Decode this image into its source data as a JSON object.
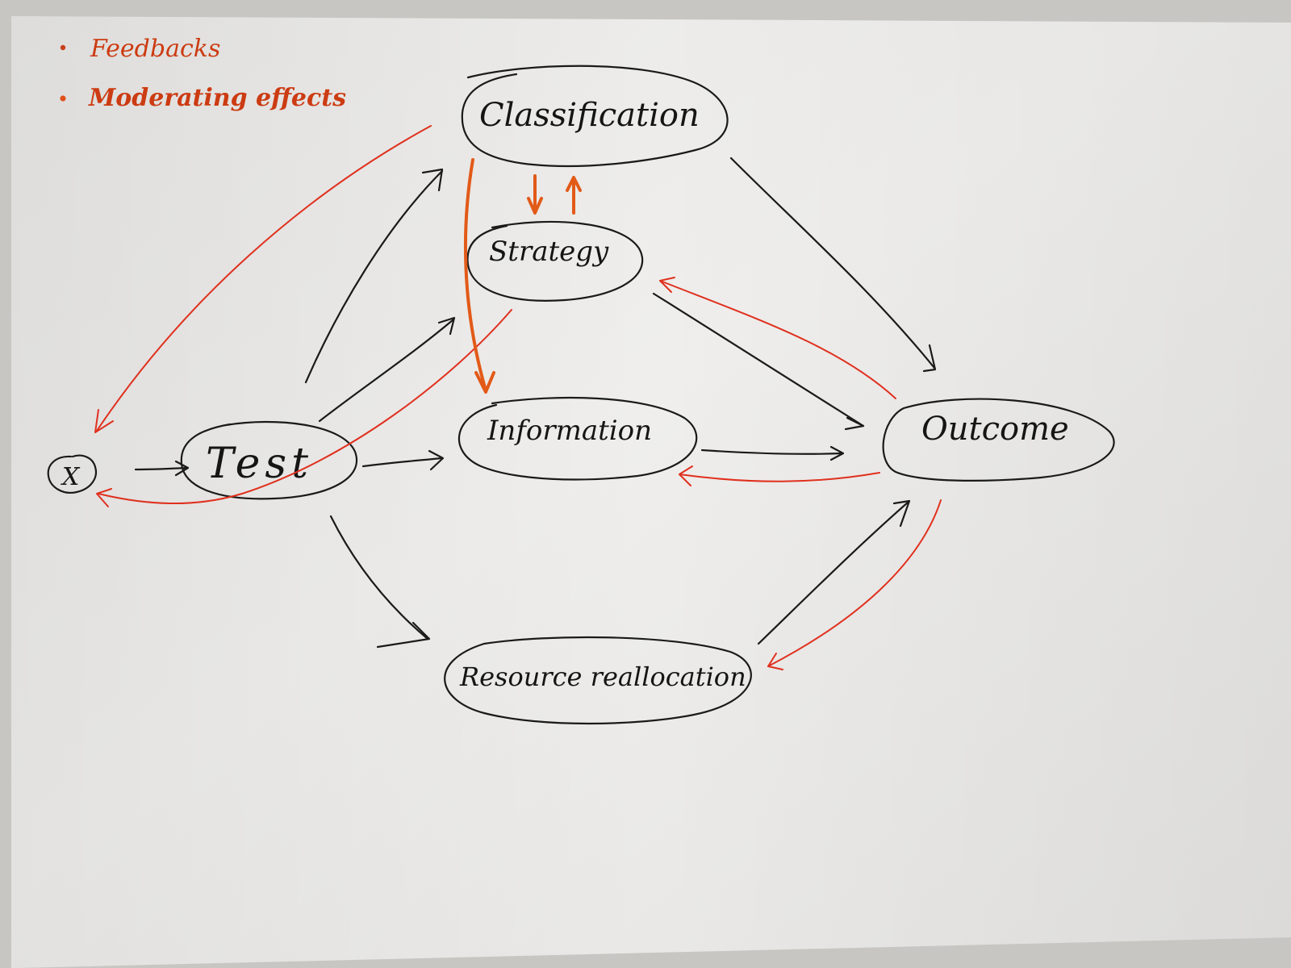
{
  "legend": {
    "items": [
      {
        "label": "Feedbacks",
        "color": "#c8401a",
        "style": "normal"
      },
      {
        "label": "Moderating effects",
        "color": "#e0501a",
        "style": "bold"
      }
    ]
  },
  "nodes": {
    "x": {
      "label": "X"
    },
    "test": {
      "label": "Test"
    },
    "classification": {
      "label": "Classification"
    },
    "strategy": {
      "label": "Strategy"
    },
    "information": {
      "label": "Information"
    },
    "outcome": {
      "label": "Outcome"
    },
    "resource": {
      "label": "Resource reallocation"
    }
  },
  "edges": [
    {
      "from": "X",
      "to": "Test",
      "kind": "causal"
    },
    {
      "from": "Test",
      "to": "Classification",
      "kind": "causal"
    },
    {
      "from": "Test",
      "to": "Strategy",
      "kind": "causal"
    },
    {
      "from": "Test",
      "to": "Information",
      "kind": "causal"
    },
    {
      "from": "Test",
      "to": "Resource reallocation",
      "kind": "causal"
    },
    {
      "from": "Classification",
      "to": "Outcome",
      "kind": "causal"
    },
    {
      "from": "Strategy",
      "to": "Outcome",
      "kind": "causal"
    },
    {
      "from": "Information",
      "to": "Outcome",
      "kind": "causal"
    },
    {
      "from": "Resource reallocation",
      "to": "Outcome",
      "kind": "causal"
    },
    {
      "from": "Classification",
      "to": "X",
      "kind": "feedback"
    },
    {
      "from": "Strategy",
      "to": "X",
      "kind": "feedback"
    },
    {
      "from": "Outcome",
      "to": "Strategy",
      "kind": "feedback"
    },
    {
      "from": "Outcome",
      "to": "Information",
      "kind": "feedback"
    },
    {
      "from": "Outcome",
      "to": "Resource reallocation",
      "kind": "feedback"
    },
    {
      "from": "Classification",
      "to": "Strategy",
      "kind": "moderating"
    },
    {
      "from": "Strategy",
      "to": "Classification",
      "kind": "moderating"
    },
    {
      "from": "Classification",
      "to": "Information",
      "kind": "moderating"
    }
  ],
  "colors": {
    "ink": "#1a1a1a",
    "feedback": "#e0301e",
    "moderating": "#e25a18",
    "paper": "#eeedeb",
    "background": "#b9b8b4"
  }
}
